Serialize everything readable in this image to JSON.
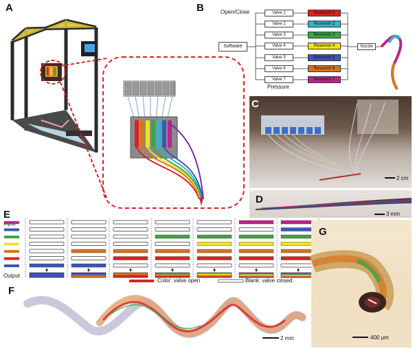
{
  "panels": {
    "a": "A",
    "b": "B",
    "c": "C",
    "d": "D",
    "e": "E",
    "f": "F",
    "g": "G"
  },
  "panel_b": {
    "open_close_label": "Open/Close",
    "software_label": "Software",
    "pressure_label": "Pressure",
    "nozzle_label": "Nozzle",
    "valves": [
      "Valve 1",
      "Valve 2",
      "Valve 3",
      "Valve 4",
      "Valve 5",
      "Valve 6",
      "Valve 7"
    ],
    "reservoirs": [
      "Reservoir 1",
      "Reservoir 2",
      "Reservoir 3",
      "Reservoir 4",
      "Reservoir 5",
      "Reservoir 6",
      "Reservoir 7"
    ],
    "reservoir_colors": [
      "#d9231f",
      "#35b3c8",
      "#3aa64a",
      "#f2e21c",
      "#3d55b5",
      "#d8741f",
      "#c0228a"
    ]
  },
  "panel_c": {
    "scale": "2 cm"
  },
  "panel_d": {
    "scale": "3 mm"
  },
  "panel_e": {
    "input_label": "Input",
    "output_label": "Output",
    "legend_open": "Color: valve open",
    "legend_closed": "Blank: valve closed",
    "input_colors": [
      "#c0228a",
      "#3d55b5",
      "#3aa64a",
      "#f2e21c",
      "#d8741f",
      "#d9231f",
      "#3d55b5"
    ],
    "states": [
      [
        0,
        0,
        0,
        0,
        0,
        0,
        1
      ],
      [
        0,
        0,
        0,
        0,
        1,
        0,
        1
      ],
      [
        0,
        0,
        0,
        0,
        1,
        1,
        0
      ],
      [
        0,
        0,
        1,
        0,
        1,
        1,
        0
      ],
      [
        0,
        0,
        1,
        1,
        1,
        1,
        0
      ],
      [
        1,
        0,
        1,
        1,
        1,
        1,
        0
      ],
      [
        1,
        1,
        1,
        1,
        1,
        1,
        0
      ]
    ],
    "output_colors": [
      [
        "#3d55b5"
      ],
      [
        "#3d55b5",
        "#d8741f"
      ],
      [
        "#d8741f",
        "#d9231f"
      ],
      [
        "#3aa64a",
        "#d8741f",
        "#d9231f"
      ],
      [
        "#3aa64a",
        "#f2e21c",
        "#d8741f",
        "#d9231f"
      ],
      [
        "#c0228a",
        "#3aa64a",
        "#f2e21c",
        "#d8741f",
        "#d9231f"
      ],
      [
        "#c0228a",
        "#3d55b5",
        "#3aa64a",
        "#f2e21c",
        "#d8741f",
        "#d9231f"
      ]
    ]
  },
  "panel_f": {
    "scale": "2 mm"
  },
  "panel_g": {
    "scale": "400 μm"
  }
}
